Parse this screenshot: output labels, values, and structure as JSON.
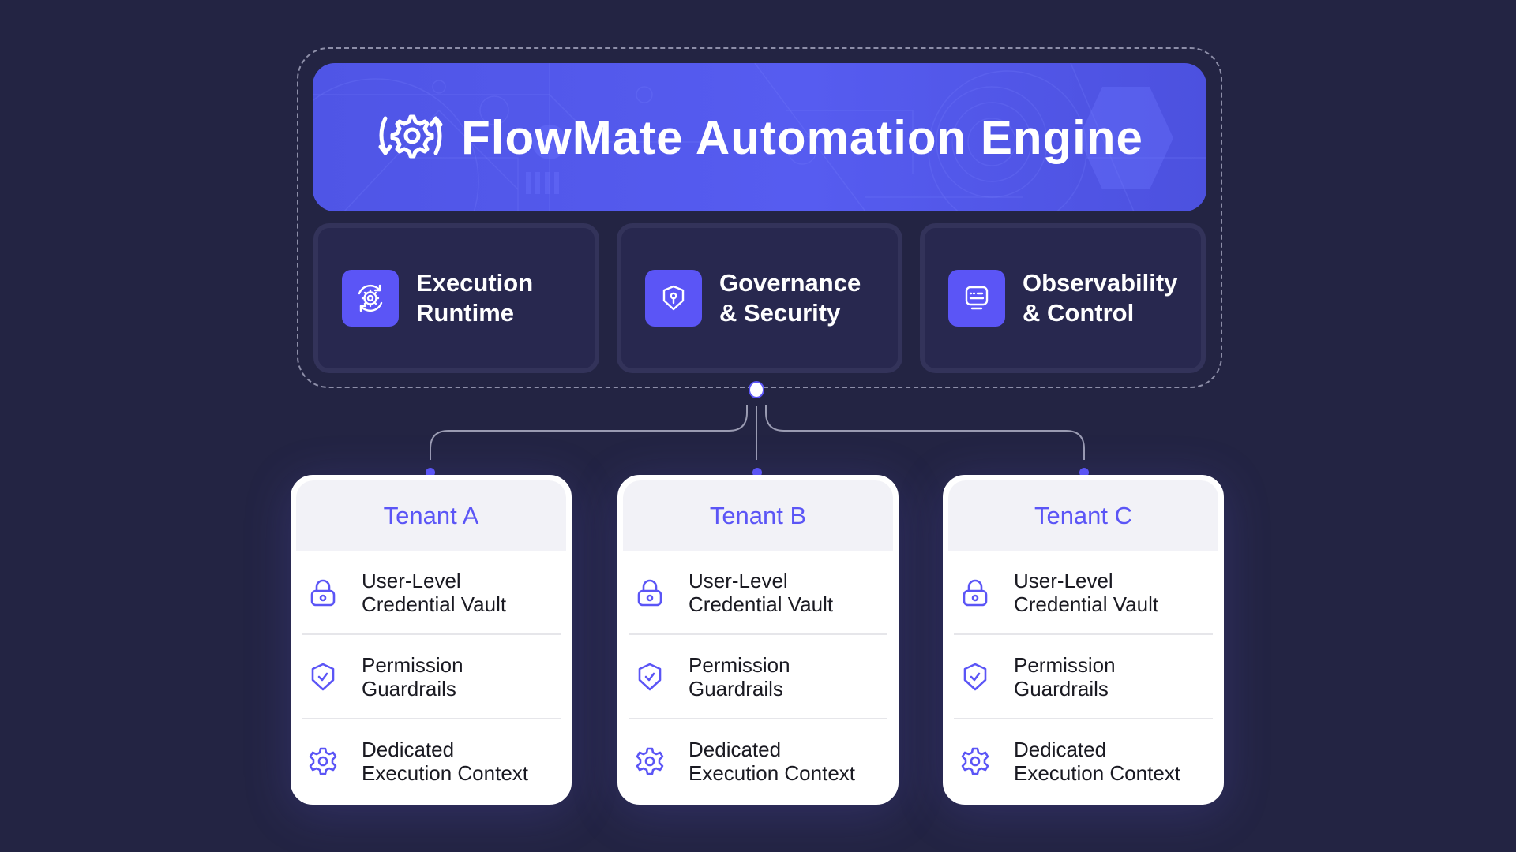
{
  "engine": {
    "title": "FlowMate Automation Engine",
    "icon": "gear-cycle-icon",
    "modules": [
      {
        "icon": "gear-refresh-icon",
        "line1": "Execution",
        "line2": "Runtime"
      },
      {
        "icon": "shield-keyhole-icon",
        "line1": "Governance",
        "line2": "& Security"
      },
      {
        "icon": "monitor-icon",
        "line1": "Observability",
        "line2": "& Control"
      }
    ]
  },
  "tenants": [
    {
      "name": "Tenant A",
      "items": [
        {
          "icon": "lock-icon",
          "line1": "User-Level",
          "line2": "Credential Vault"
        },
        {
          "icon": "shield-check-icon",
          "line1": "Permission",
          "line2": "Guardrails"
        },
        {
          "icon": "gear-icon",
          "line1": "Dedicated",
          "line2": "Execution Context"
        }
      ]
    },
    {
      "name": "Tenant B",
      "items": [
        {
          "icon": "lock-icon",
          "line1": "User-Level",
          "line2": "Credential Vault"
        },
        {
          "icon": "shield-check-icon",
          "line1": "Permission",
          "line2": "Guardrails"
        },
        {
          "icon": "gear-icon",
          "line1": "Dedicated",
          "line2": "Execution Context"
        }
      ]
    },
    {
      "name": "Tenant C",
      "items": [
        {
          "icon": "lock-icon",
          "line1": "User-Level",
          "line2": "Credential Vault"
        },
        {
          "icon": "shield-check-icon",
          "line1": "Permission",
          "line2": "Guardrails"
        },
        {
          "icon": "gear-icon",
          "line1": "Dedicated",
          "line2": "Execution Context"
        }
      ]
    }
  ],
  "colors": {
    "background": "#232443",
    "accent": "#5b55f6",
    "banner": "#5359ec",
    "module_bg": "#28284f",
    "tenant_header_bg": "#f2f2f7"
  }
}
